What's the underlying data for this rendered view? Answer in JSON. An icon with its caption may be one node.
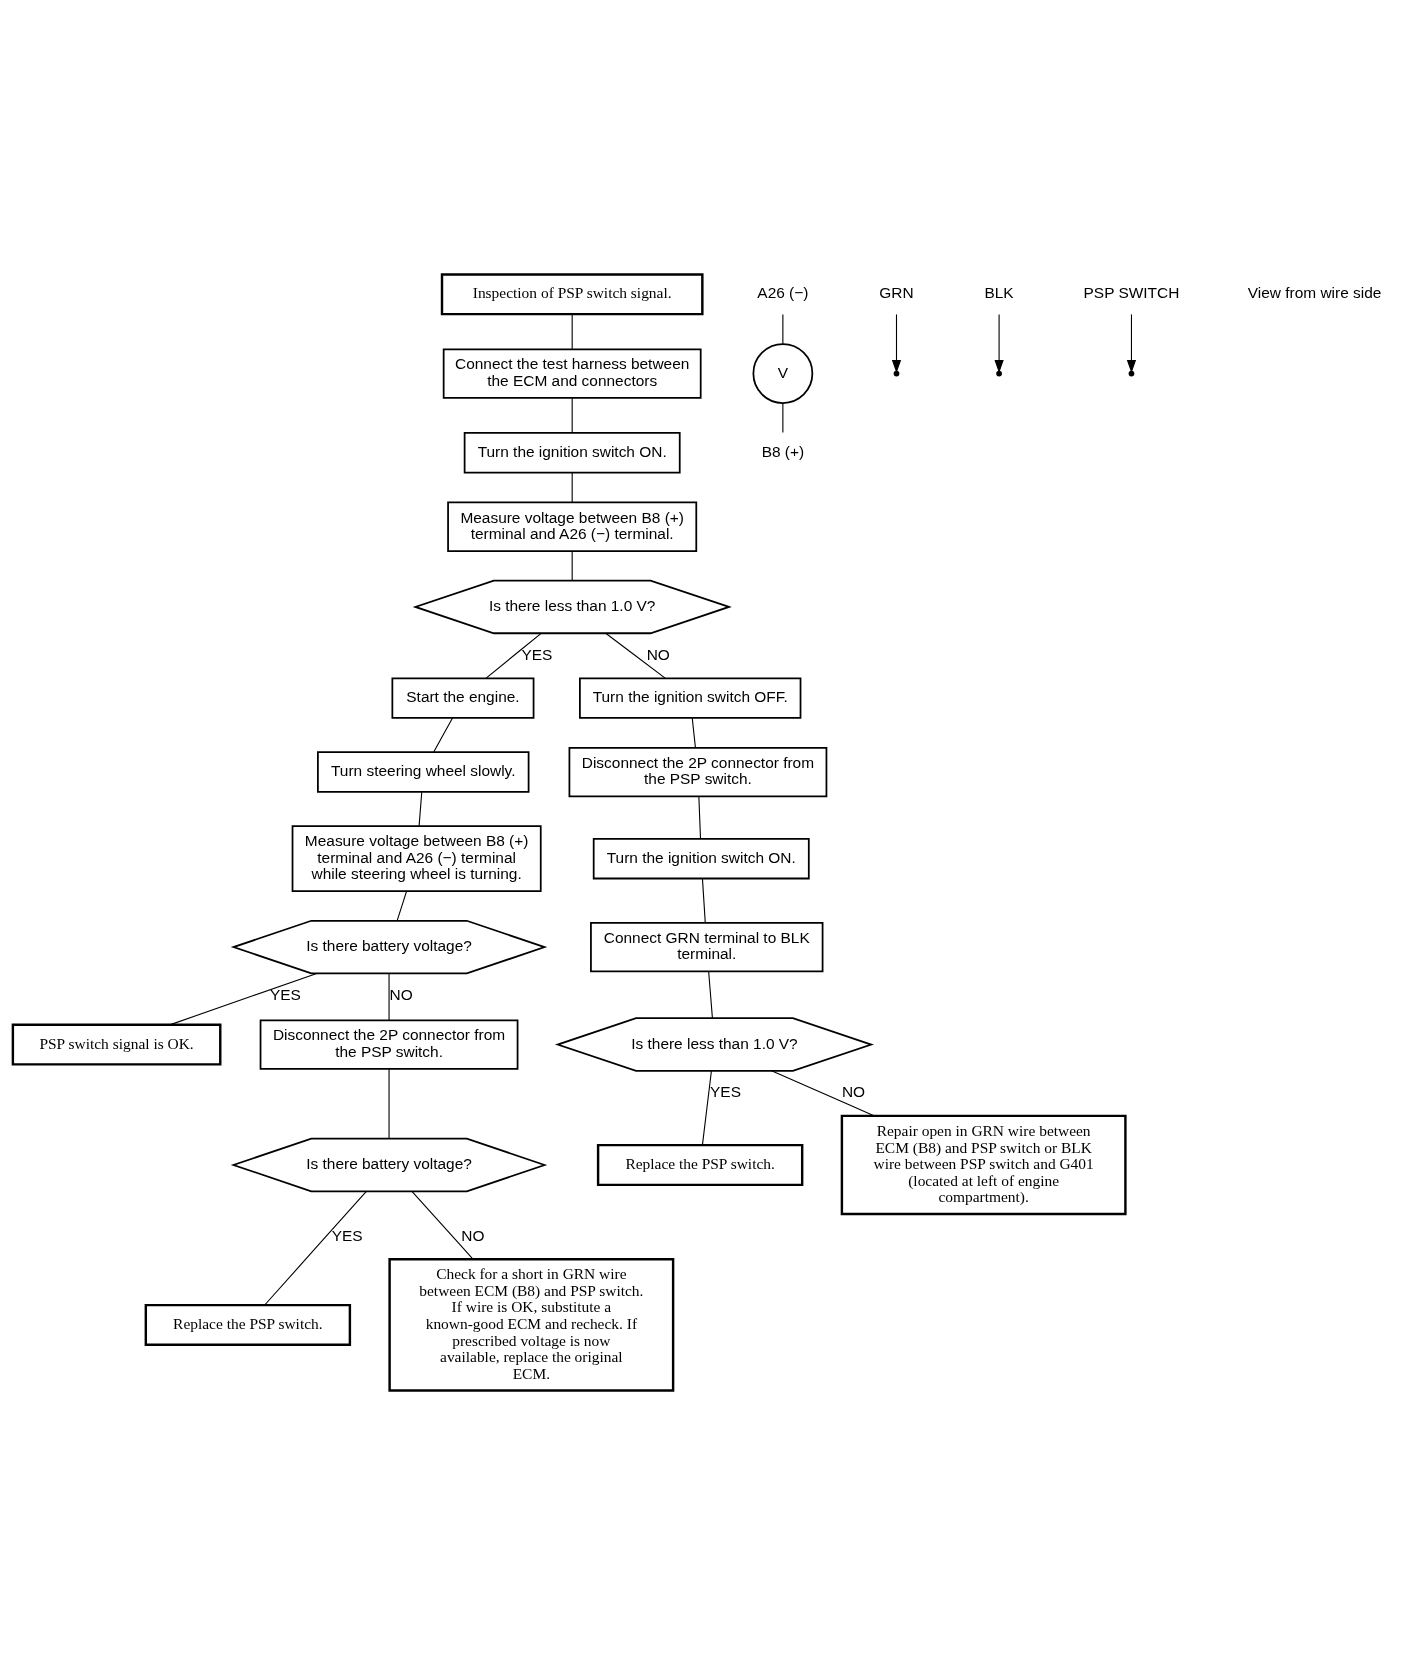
{
  "diagram": {
    "nodes": [
      {
        "text": [
          "Inspection of PSP switch signal."
        ]
      },
      {
        "text": [
          "Connect the test harness between the ECM and connectors"
        ]
      },
      {
        "text": [
          "Turn the ignition switch ON."
        ]
      },
      {
        "text": [
          "Measure voltage between B8 (+) terminal and A26 (−) terminal."
        ]
      },
      {
        "text": [
          "Is there less than 1.0 V?"
        ]
      },
      {
        "text": [
          "Start the engine."
        ]
      },
      {
        "text": [
          "Turn steering wheel slowly."
        ]
      },
      {
        "text": [
          "Measure voltage between B8 (+) terminal and A26 (−) terminal while steering wheel is turning."
        ]
      },
      {
        "text": [
          "Is there battery voltage?"
        ]
      },
      {
        "text": [
          "PSP switch signal is OK."
        ]
      },
      {
        "text": [
          "Turn the ignition switch OFF."
        ]
      },
      {
        "text": [
          "Disconnect the 2P connector from the PSP switch."
        ]
      },
      {
        "text": [
          "Turn the ignition switch ON."
        ]
      },
      {
        "text": [
          "Connect GRN terminal to BLK terminal."
        ]
      },
      {
        "text": [
          "Is there less than 1.0 V?"
        ]
      },
      {
        "text": [
          "Replace the PSP switch."
        ]
      },
      {
        "text": [
          "Repair open in GRN wire between ECM (B8) and PSP switch or BLK wire between PSP switch and G401 (located at left of engine compartment)."
        ]
      },
      {
        "text": [
          "Disconnect the 2P connector from the PSP switch."
        ]
      },
      {
        "text": [
          "Is there battery voltage?"
        ]
      },
      {
        "text": [
          "Replace the PSP switch."
        ]
      },
      {
        "text": [
          "Check for a short in GRN wire between ECM (B8) and PSP switch. If wire is OK, substitute a known-good ECM and recheck. If prescribed voltage is now available, replace the original ECM."
        ]
      },
      {
        "text": [
          "A26 (−)"
        ]
      },
      {
        "text": [
          "B8 (+)"
        ]
      },
      {
        "text": [
          "V"
        ]
      },
      {
        "text": [
          "GRN"
        ]
      },
      {
        "text": [
          "BLK"
        ]
      },
      {
        "text": [
          "PSP SWITCH"
        ]
      }
    ],
    "edges": [
      {
        "from": 0,
        "to": 1,
        "arrow": "none"
      },
      {
        "from": 1,
        "to": 2,
        "arrow": "none"
      },
      {
        "from": 2,
        "to": 3,
        "arrow": "none"
      },
      {
        "from": 3,
        "to": 4,
        "arrow": "none"
      },
      {
        "from": 4,
        "to": 5,
        "arrow": "none",
        "label": "YES"
      },
      {
        "from": 5,
        "to": 6,
        "arrow": "none"
      },
      {
        "from": 6,
        "to": 7,
        "arrow": "none"
      },
      {
        "from": 7,
        "to": 8,
        "arrow": "none"
      },
      {
        "from": 8,
        "to": 9,
        "arrow": "none",
        "label": "YES"
      },
      {
        "from": 4,
        "to": 10,
        "arrow": "none",
        "label": "NO"
      },
      {
        "from": 10,
        "to": 11,
        "arrow": "none"
      },
      {
        "from": 11,
        "to": 12,
        "arrow": "none"
      },
      {
        "from": 12,
        "to": 13,
        "arrow": "none"
      },
      {
        "from": 13,
        "to": 14,
        "arrow": "none"
      },
      {
        "from": 14,
        "to": 15,
        "arrow": "none",
        "label": "YES"
      },
      {
        "from": 14,
        "to": 16,
        "arrow": "none",
        "label": "NO"
      },
      {
        "from": 8,
        "to": 17,
        "arrow": "none",
        "label": "NO"
      },
      {
        "from": 17,
        "to": 18,
        "arrow": "none"
      },
      {
        "from": 18,
        "to": 19,
        "arrow": "none",
        "label": "YES"
      },
      {
        "from": 18,
        "to": 20,
        "arrow": "none",
        "label": "NO"
      },
      {
        "from": 21,
        "to": 23,
        "arrow": "none"
      },
      {
        "from": 23,
        "to": 22,
        "arrow": "none"
      },
      {
        "from": 24,
        "to": null,
        "arrow": "to"
      },
      {
        "from": 25,
        "to": null,
        "arrow": "to"
      },
      {
        "from": 26,
        "to": null,
        "arrow": "to"
      }
    ],
    "labels": [
      "View from wire side"
    ]
  }
}
